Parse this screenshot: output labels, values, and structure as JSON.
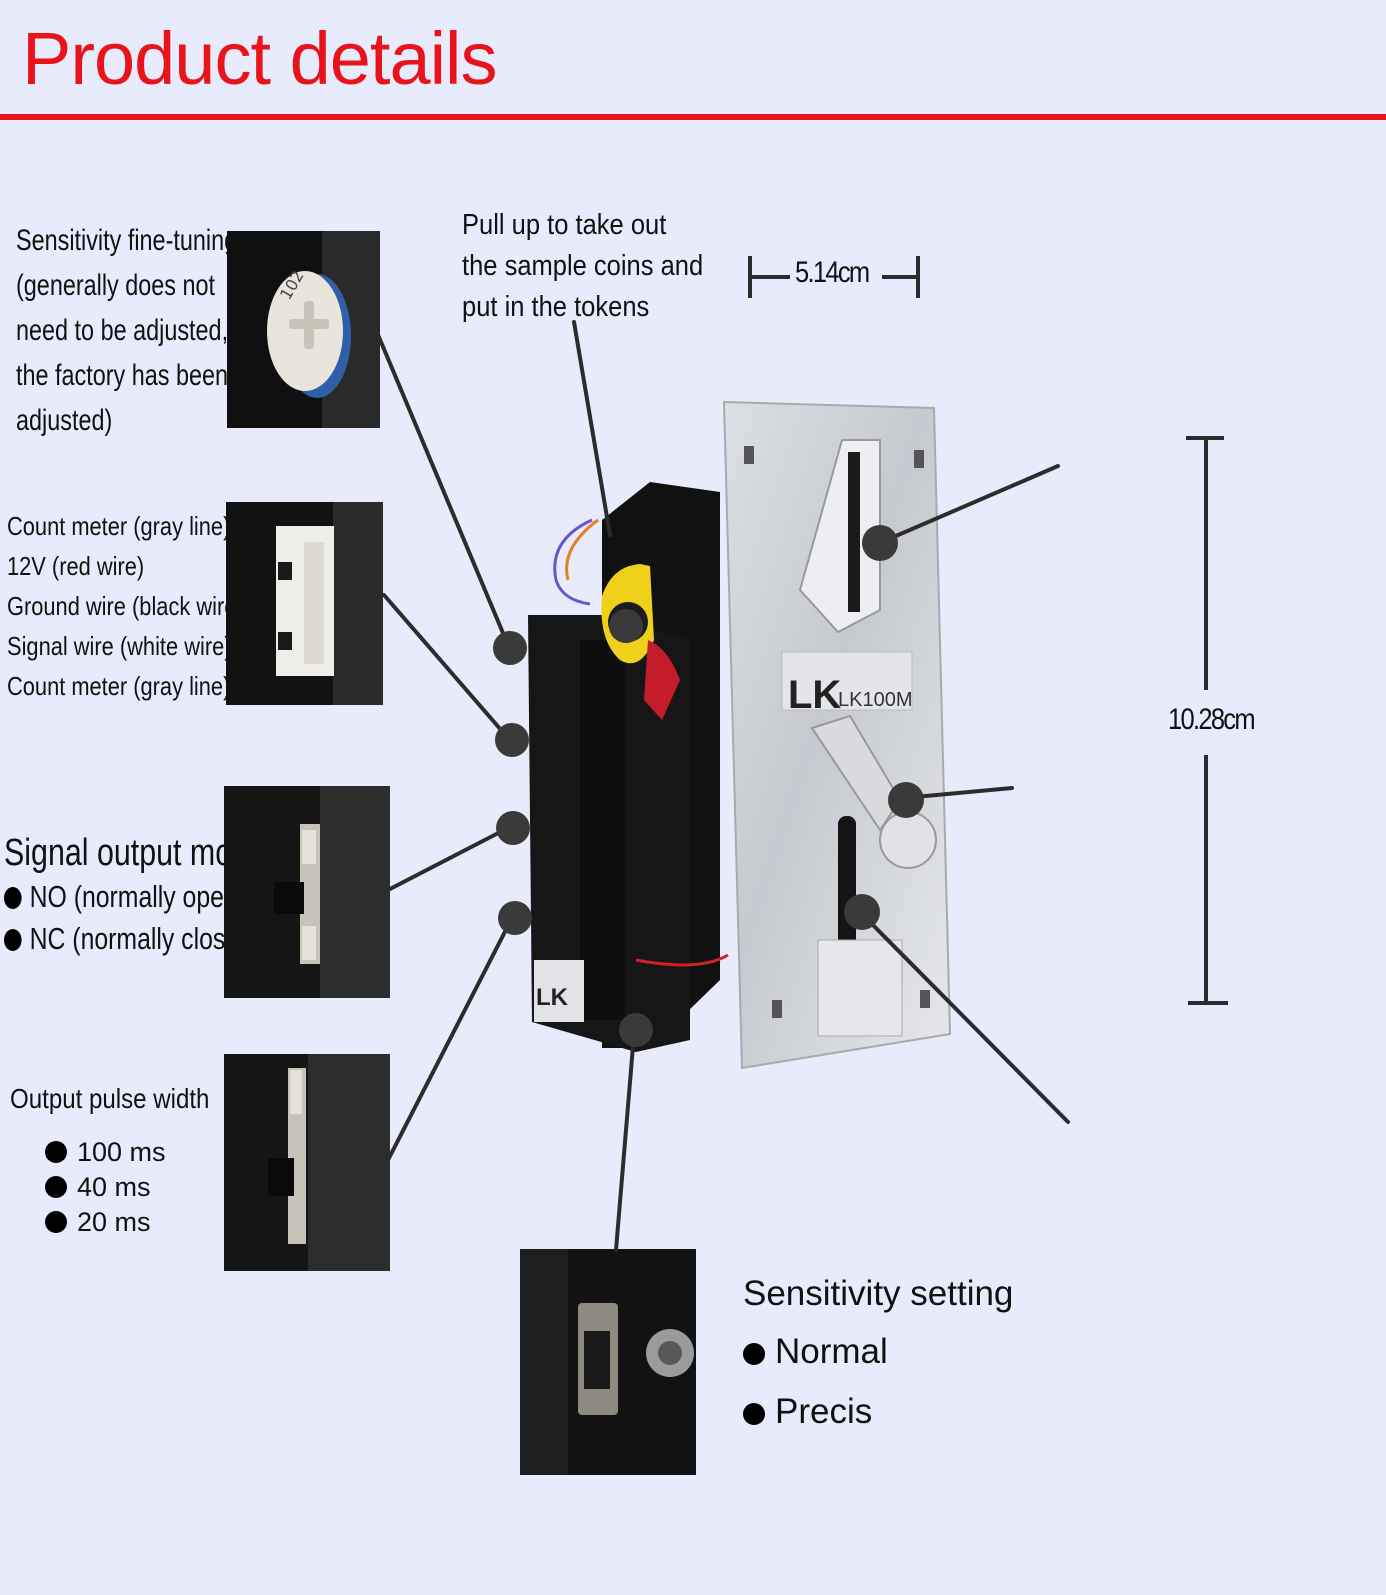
{
  "page": {
    "title": "Product details"
  },
  "callouts": {
    "sensitivity_tuning": [
      "Sensitivity fine-tuning",
      "(generally does not",
      "need to be adjusted,",
      "the factory has been",
      "adjusted)"
    ],
    "wiring": [
      "Count meter (gray line)",
      "12V (red wire)",
      "Ground wire (black wire)",
      "Signal wire (white wire)",
      "Count meter (gray line)"
    ],
    "signal_output": {
      "heading": "Signal output mode",
      "options": [
        "NO (normally open)",
        "NC (normally closed)"
      ]
    },
    "pulse_width": {
      "heading": "Output pulse width",
      "options": [
        "100 ms",
        "40 ms",
        "20 ms"
      ]
    },
    "pull_up": [
      "Pull up to take out",
      "the sample coins and",
      "put in the tokens"
    ],
    "sensitivity_setting": {
      "heading": "Sensitivity setting",
      "options": [
        "Normal",
        "Precis"
      ]
    }
  },
  "dimensions": {
    "width": "5.14cm",
    "height": "10.28cm"
  },
  "device": {
    "brand": "LK",
    "model": "LK100M",
    "pot_marking": "102",
    "label_brand": "LK"
  },
  "colors": {
    "title": "#e8131b",
    "background": "#e8ebfb",
    "lines": "#2c2c2c"
  }
}
